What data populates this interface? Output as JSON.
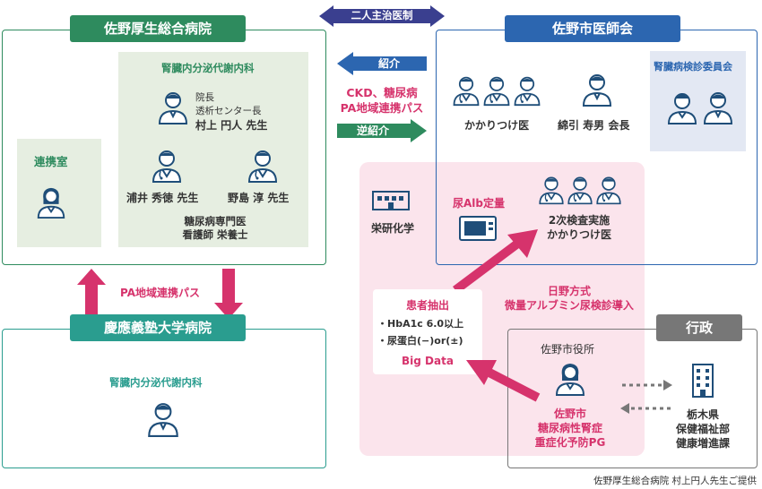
{
  "colors": {
    "green": "#2e8b5e",
    "teal": "#2a9d8f",
    "blue": "#2c66b0",
    "gray": "#777777",
    "pink": "#d6336c",
    "pink_bg": "#fbe4ec",
    "green_bg": "#e6eee1",
    "blue_bg": "#e3e8f3"
  },
  "sano_kosei": {
    "title": "佐野厚生総合病院",
    "department": "腎臓内分泌代謝内科",
    "director_role_1": "院長",
    "director_role_2": "透析センター長",
    "director_name": "村上 円人 先生",
    "doctor_1": "浦井 秀徳 先生",
    "doctor_2": "野島 淳 先生",
    "staff_1": "糖尿病専門医",
    "staff_2": "看護師 栄養士",
    "liaison": "連携室"
  },
  "keio": {
    "title": "慶應義塾大学病院",
    "department": "腎臓内分泌代謝内科"
  },
  "ishikai": {
    "title": "佐野市医師会",
    "kakaritsuke": "かかりつけ医",
    "president": "綿引 寿男 会長",
    "committee": "腎臓病検診委員会"
  },
  "arrows": {
    "dual": "二人主治医制",
    "referral": "紹介",
    "path_1": "CKD、糖尿病",
    "path_2": "PA地域連携パス",
    "reverse_referral": "逆紹介",
    "pa_path": "PA地域連携パス"
  },
  "pink_area": {
    "lab": "栄研化学",
    "test": "尿Alb定量",
    "secondary_1": "2次検査実施",
    "secondary_2": "かかりつけ医",
    "method_1": "日野方式",
    "method_2": "微量アルブミン尿検診導入"
  },
  "patient_box": {
    "title": "患者抽出",
    "criteria_1": "・HbA1c 6.0以上",
    "criteria_2": "・尿蛋白(−)or(±)",
    "big_data": "Big Data"
  },
  "gyosei": {
    "title": "行政",
    "city_office": "佐野市役所",
    "program_1": "佐野市",
    "program_2": "糖尿病性腎症",
    "program_3": "重症化予防PG",
    "pref_1": "栃木県",
    "pref_2": "保健福祉部",
    "pref_3": "健康増進課"
  },
  "credit": "佐野厚生総合病院 村上円人先生ご提供"
}
